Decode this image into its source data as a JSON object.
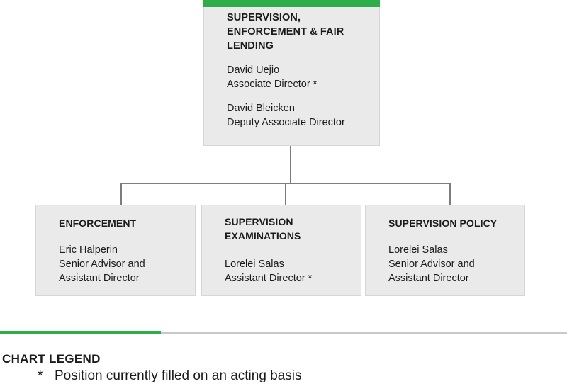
{
  "top": {
    "title": "SUPERVISION,\nENFORCEMENT & FAIR\nLENDING",
    "person1_name": "David Uejio",
    "person1_role": "Associate Director *",
    "person2_name": "David Bleicken",
    "person2_role": "Deputy Associate Director"
  },
  "children": [
    {
      "title": "ENFORCEMENT",
      "name": "Eric Halperin",
      "role_line1": "Senior Advisor and",
      "role_line2": "Assistant Director"
    },
    {
      "title": "SUPERVISION\nEXAMINATIONS",
      "name": "Lorelei Salas",
      "role_line1": "Assistant Director *"
    },
    {
      "title": "SUPERVISION POLICY",
      "name": "Lorelei Salas",
      "role_line1": "Senior Advisor and",
      "role_line2": "Assistant Director"
    }
  ],
  "legend": {
    "title": "CHART LEGEND",
    "symbol": "*",
    "text": "Position currently filled on an acting basis"
  },
  "colors": {
    "accent": "#2ead4b",
    "box": "#eaeaea",
    "connector": "#7d7d7d"
  }
}
